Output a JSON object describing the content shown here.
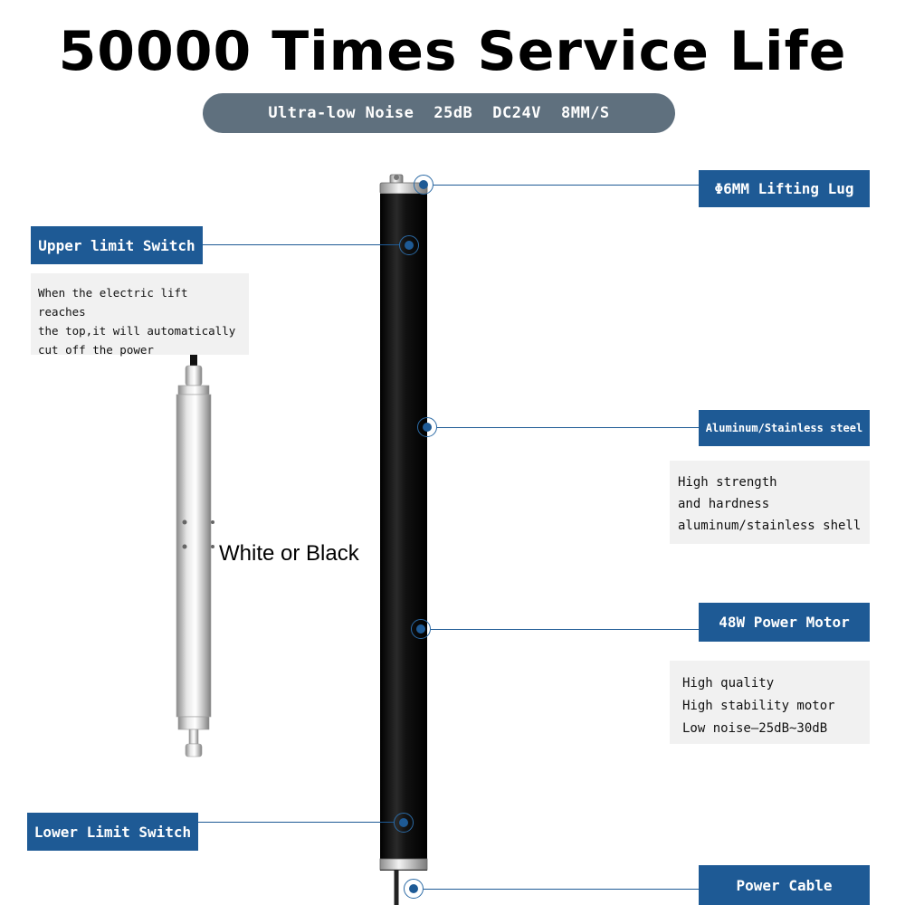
{
  "title": "50000 Times Service Life",
  "specs": [
    "Ultra-low Noise",
    "25dB",
    "DC24V",
    "8MM/S"
  ],
  "colors": {
    "label_bg": "#1e5a95",
    "pill_bg": "#5f707e",
    "note_bg": "#f1f1f1",
    "tube_black": "#0d0d0d"
  },
  "callouts": {
    "lifting_lug": "Φ6MM Lifting Lug",
    "upper_limit": "Upper limit Switch",
    "upper_limit_desc": "When the electric lift reaches\nthe top,it will automatically\ncut off the power",
    "material": "Aluminum/Stainless steel",
    "material_desc": "High strength\nand hardness\naluminum/stainless shell",
    "motor": "48W Power Motor",
    "motor_desc": "High quality\nHigh stability motor\nLow noise—25dB~30dB",
    "lower_limit": "Lower Limit Switch",
    "power_cable": "Power Cable"
  },
  "color_option": "White or Black"
}
